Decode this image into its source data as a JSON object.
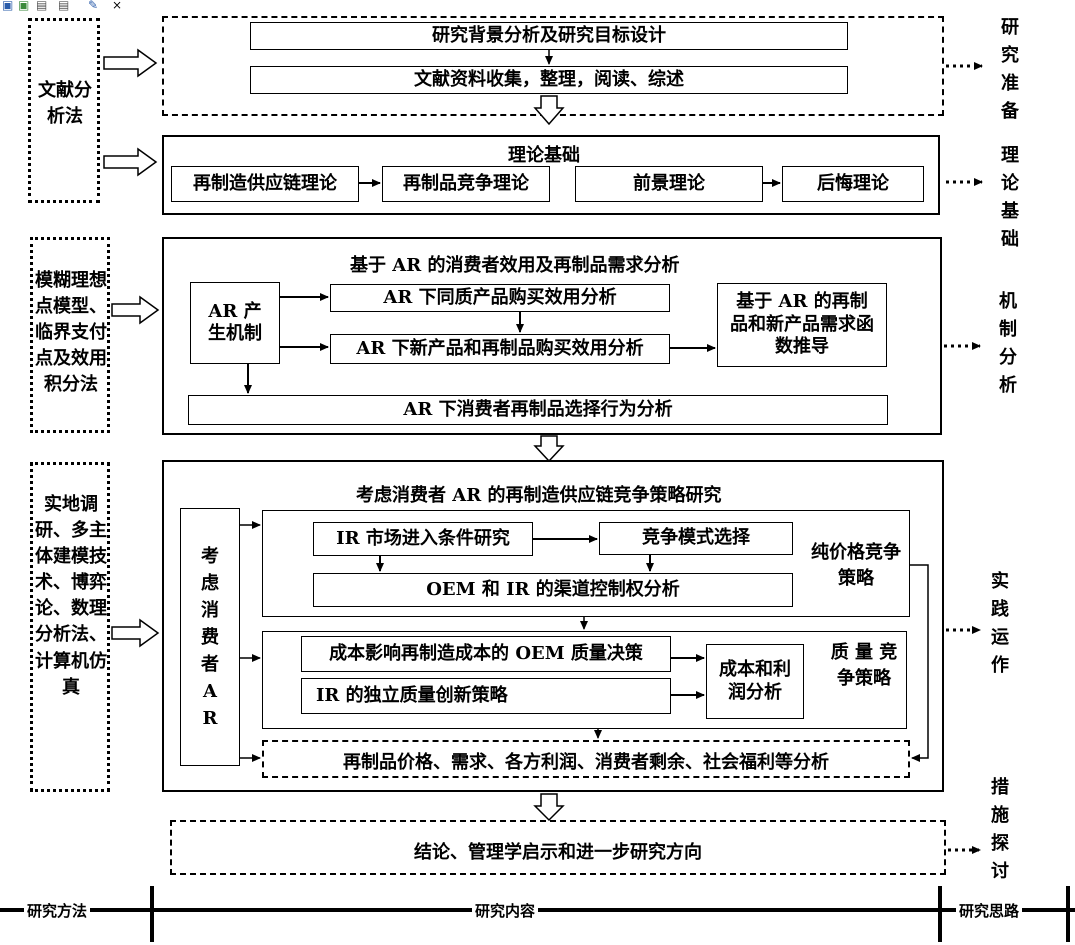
{
  "toolbar": {
    "close_glyph": "×"
  },
  "methods": {
    "m1": "文献分析法",
    "m2": "模糊理想点模型、临界支付点及效用积分法",
    "m3": "实地调研、多主体建模技术、博弈论、数理分析法、计算机仿真"
  },
  "stages": {
    "s1": "研究准备",
    "s2": "理论基础",
    "s3": "机制分析",
    "s4": "实践运作",
    "s5": "措施探讨"
  },
  "prep": {
    "b1": "研究背景分析及研究目标设计",
    "b2": "文献资料收集，整理，阅读、综述"
  },
  "theory": {
    "title": "理论基础",
    "t1": "再制造供应链理论",
    "t2": "再制品竞争理论",
    "t3": "前景理论",
    "t4": "后悔理论"
  },
  "mech": {
    "title": "基于 AR 的消费者效用及再制品需求分析",
    "ar_gen": "AR 产生机制",
    "util1": "AR 下同质产品购买效用分析",
    "util2": "AR 下新产品和再制品购买效用分析",
    "demand": "基于 AR 的再制品和新产品需求函数推导",
    "choice": "AR 下消费者再制品选择行为分析"
  },
  "strategy": {
    "title": "考虑消费者 AR 的再制造供应链竞争策略研究",
    "consider": "考虑消费者AR",
    "entry": "IR 市场进入条件研究",
    "mode": "竞争模式选择",
    "channel": "OEM 和 IR 的渠道控制权分析",
    "price_label": "纯价格竞争策略",
    "cost": "成本影响再制造成本的 OEM 质量决策",
    "ir_quality": "IR 的独立质量创新策略",
    "profit": "成本和利润分析",
    "quality_label": "质 量 竞争策略",
    "welfare": "再制品价格、需求、各方利润、消费者剩余、社会福利等分析"
  },
  "conclusion": "结论、管理学启示和进一步研究方向",
  "axis": {
    "left": "研究方法",
    "middle": "研究内容",
    "right": "研究思路"
  }
}
